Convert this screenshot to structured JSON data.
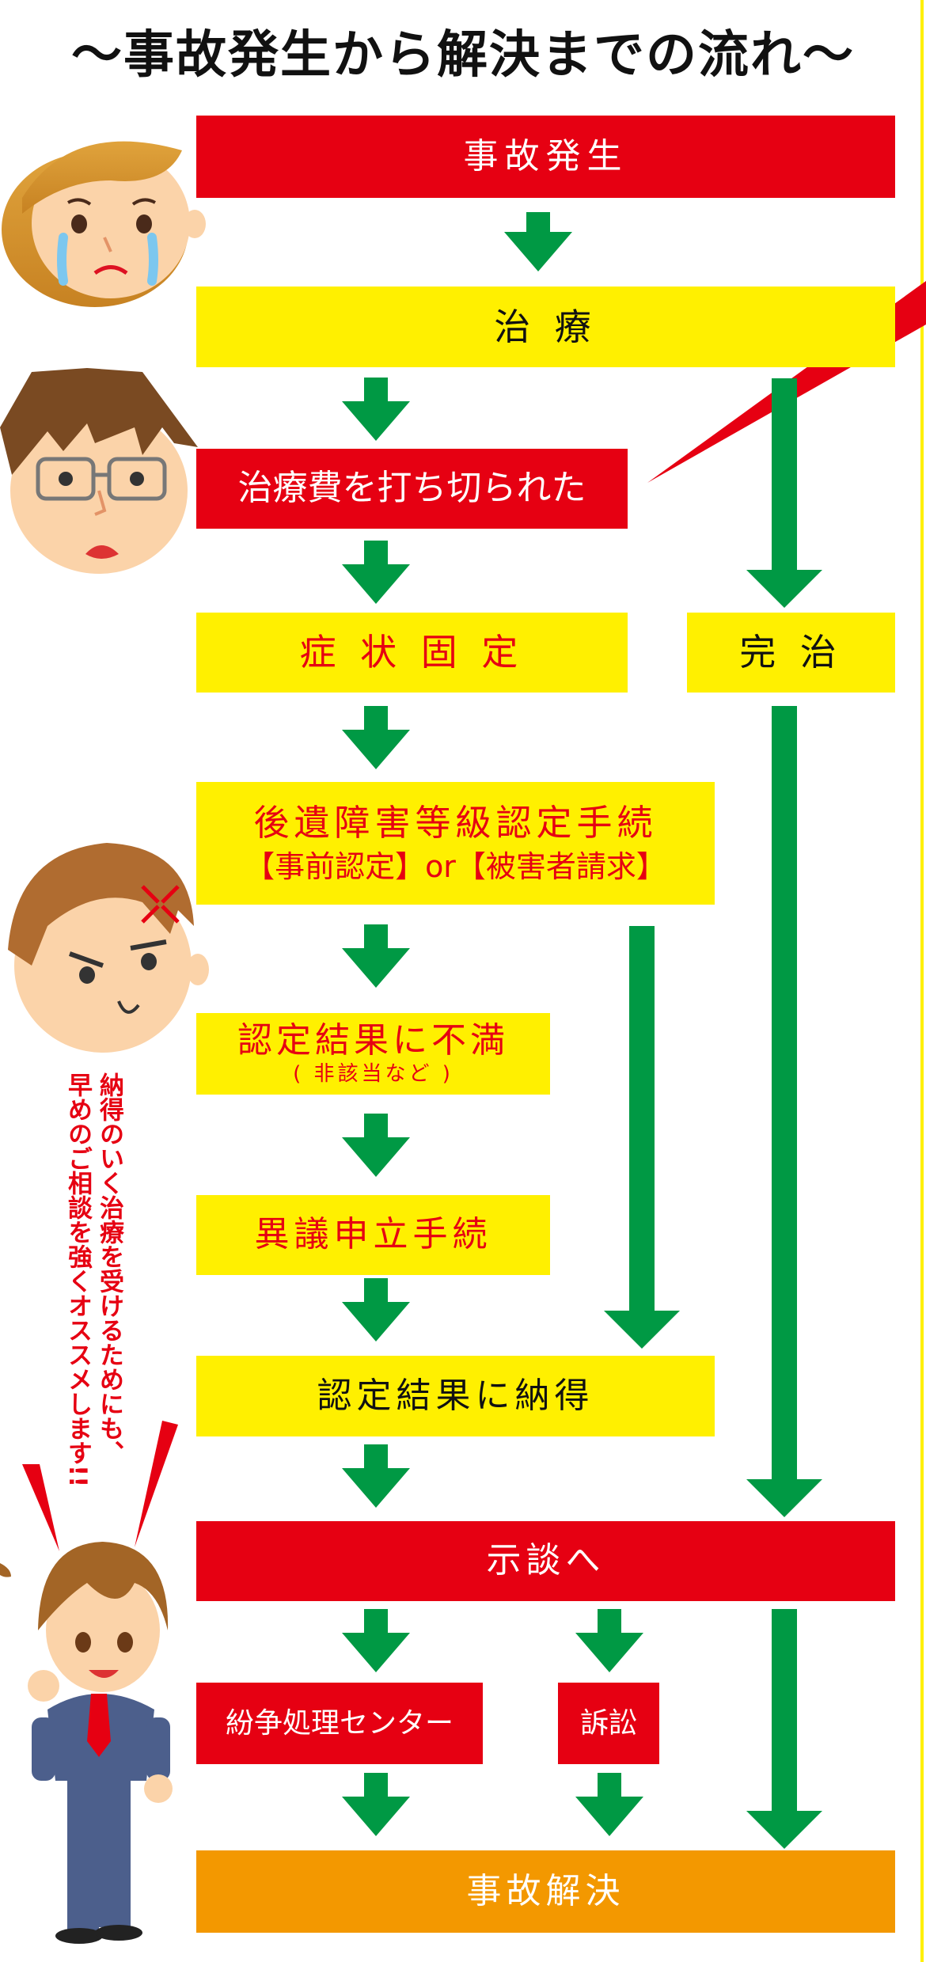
{
  "title": "〜事故発生から解決までの流れ〜",
  "steps": {
    "accident": "事故発生",
    "treatment": "治 療",
    "cutoff": "治療費を打ち切られた",
    "fixed": "症 状 固 定",
    "cured": "完 治",
    "cert_line1": "後遺障害等級認定手続",
    "cert_line2": "【事前認定】or【被害者請求】",
    "dissat_line1": "認定結果に不満",
    "dissat_line2": "( 非該当など )",
    "objection": "異議申立手続",
    "satisfied": "認定結果に納得",
    "settlement": "示談へ",
    "adr": "紛争処理センター",
    "lawsuit": "訴訟",
    "resolved": "事故解決"
  },
  "advice": {
    "line1": "納得のいく治療を受けるためにも、",
    "line2": "早めのご相談を強くオススメします!!"
  },
  "colors": {
    "red": "#e60012",
    "yellow": "#fff000",
    "orange": "#f39800",
    "green": "#009944"
  }
}
